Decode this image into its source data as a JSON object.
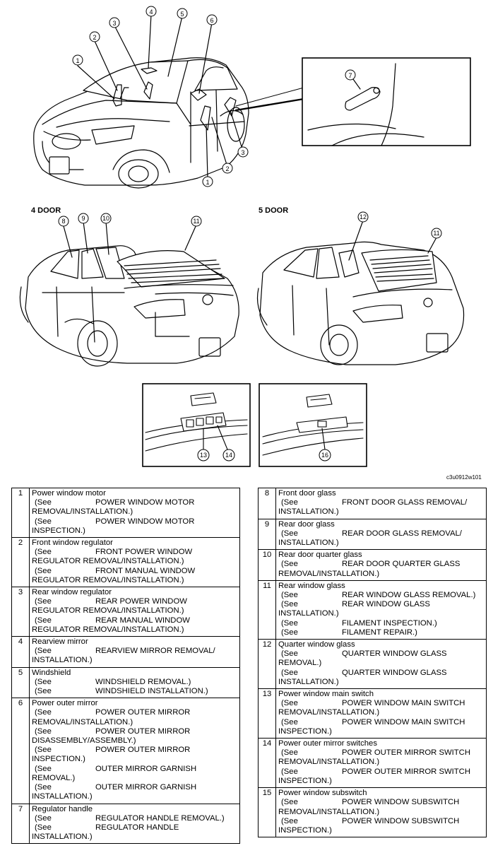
{
  "labels": {
    "four_door": "4 DOOR",
    "five_door": "5 DOOR",
    "figure_code": "c3u0912w101"
  },
  "callouts": {
    "top": [
      "1",
      "2",
      "3",
      "4",
      "5",
      "6",
      "1",
      "2",
      "3"
    ],
    "inset": "7",
    "four_door": [
      "8",
      "9",
      "10",
      "11"
    ],
    "five_door": [
      "12",
      "11"
    ],
    "switch_left": [
      "13",
      "14"
    ],
    "switch_right": [
      "16"
    ]
  },
  "parts_left": [
    {
      "num": "1",
      "title": "Power window motor",
      "refs": [
        {
          "see": "(See",
          "lines": [
            "POWER WINDOW MOTOR",
            "REMOVAL/INSTALLATION.)"
          ]
        },
        {
          "see": "(See",
          "lines": [
            "POWER WINDOW MOTOR",
            "INSPECTION.)"
          ]
        }
      ]
    },
    {
      "num": "2",
      "title": "Front window regulator",
      "refs": [
        {
          "see": "(See",
          "lines": [
            "FRONT POWER WINDOW",
            "REGULATOR REMOVAL/INSTALLATION.)"
          ]
        },
        {
          "see": "(See",
          "lines": [
            "FRONT MANUAL WINDOW",
            "REGULATOR REMOVAL/INSTALLATION.)"
          ]
        }
      ]
    },
    {
      "num": "3",
      "title": "Rear window regulator",
      "refs": [
        {
          "see": "(See",
          "lines": [
            "REAR POWER WINDOW",
            "REGULATOR REMOVAL/INSTALLATION.)"
          ]
        },
        {
          "see": "(See",
          "lines": [
            "REAR MANUAL WINDOW",
            "REGULATOR REMOVAL/INSTALLATION.)"
          ]
        }
      ]
    },
    {
      "num": "4",
      "title": "Rearview mirror",
      "refs": [
        {
          "see": "(See",
          "lines": [
            "REARVIEW MIRROR REMOVAL/",
            "INSTALLATION.)"
          ]
        }
      ]
    },
    {
      "num": "5",
      "title": "Windshield",
      "refs": [
        {
          "see": "(See",
          "lines": [
            "WINDSHIELD REMOVAL.)"
          ]
        },
        {
          "see": "(See",
          "lines": [
            "WINDSHIELD INSTALLATION.)"
          ]
        }
      ]
    },
    {
      "num": "6",
      "title": "Power outer mirror",
      "refs": [
        {
          "see": "(See",
          "lines": [
            "POWER OUTER MIRROR",
            "REMOVAL/INSTALLATION.)"
          ]
        },
        {
          "see": "(See",
          "lines": [
            "POWER OUTER MIRROR",
            "DISASSEMBLY/ASSEMBLY.)"
          ]
        },
        {
          "see": "(See",
          "lines": [
            "POWER OUTER MIRROR",
            "INSPECTION.)"
          ]
        },
        {
          "see": "(See",
          "lines": [
            "OUTER MIRROR GARNISH",
            "REMOVAL.)"
          ]
        },
        {
          "see": "(See",
          "lines": [
            "OUTER MIRROR GARNISH",
            "INSTALLATION.)"
          ]
        }
      ]
    },
    {
      "num": "7",
      "title": "Regulator handle",
      "refs": [
        {
          "see": "(See",
          "lines": [
            "REGULATOR HANDLE REMOVAL.)"
          ]
        },
        {
          "see": "(See",
          "lines": [
            "REGULATOR HANDLE",
            "INSTALLATION.)"
          ]
        }
      ]
    }
  ],
  "parts_right": [
    {
      "num": "8",
      "title": "Front door glass",
      "refs": [
        {
          "see": "(See",
          "lines": [
            "FRONT DOOR GLASS REMOVAL/",
            "INSTALLATION.)"
          ]
        }
      ]
    },
    {
      "num": "9",
      "title": "Rear door glass",
      "refs": [
        {
          "see": "(See",
          "lines": [
            "REAR DOOR GLASS REMOVAL/",
            "INSTALLATION.)"
          ]
        }
      ]
    },
    {
      "num": "10",
      "title": "Rear door quarter glass",
      "refs": [
        {
          "see": "(See",
          "lines": [
            "REAR DOOR QUARTER GLASS",
            "REMOVAL/INSTALLATION.)"
          ]
        }
      ]
    },
    {
      "num": "11",
      "title": "Rear window glass",
      "refs": [
        {
          "see": "(See",
          "lines": [
            "REAR WINDOW GLASS REMOVAL.)"
          ]
        },
        {
          "see": "(See",
          "lines": [
            "REAR WINDOW GLASS",
            "INSTALLATION.)"
          ]
        },
        {
          "see": "(See",
          "lines": [
            "FILAMENT INSPECTION.)"
          ]
        },
        {
          "see": "(See",
          "lines": [
            "FILAMENT REPAIR.)"
          ]
        }
      ]
    },
    {
      "num": "12",
      "title": "Quarter window glass",
      "refs": [
        {
          "see": "(See",
          "lines": [
            "QUARTER WINDOW GLASS",
            "REMOVAL.)"
          ]
        },
        {
          "see": "(See",
          "lines": [
            "QUARTER WINDOW GLASS",
            "INSTALLATION.)"
          ]
        }
      ]
    },
    {
      "num": "13",
      "title": "Power window main switch",
      "refs": [
        {
          "see": "(See",
          "lines": [
            "POWER WINDOW MAIN SWITCH",
            "REMOVAL/INSTALLATION.)"
          ]
        },
        {
          "see": "(See",
          "lines": [
            "POWER WINDOW MAIN SWITCH",
            "INSPECTION.)"
          ]
        }
      ]
    },
    {
      "num": "14",
      "title": "Power outer mirror switches",
      "refs": [
        {
          "see": "(See",
          "lines": [
            "POWER OUTER MIRROR SWITCH",
            "REMOVAL/INSTALLATION.)"
          ]
        },
        {
          "see": "(See",
          "lines": [
            "POWER OUTER MIRROR SWITCH",
            "INSPECTION.)"
          ]
        }
      ]
    },
    {
      "num": "15",
      "title": "Power window subswitch",
      "refs": [
        {
          "see": "(See",
          "lines": [
            "POWER WINDOW SUBSWITCH",
            "REMOVAL/INSTALLATION.)"
          ]
        },
        {
          "see": "(See",
          "lines": [
            "POWER WINDOW SUBSWITCH",
            "INSPECTION.)"
          ]
        }
      ]
    }
  ]
}
